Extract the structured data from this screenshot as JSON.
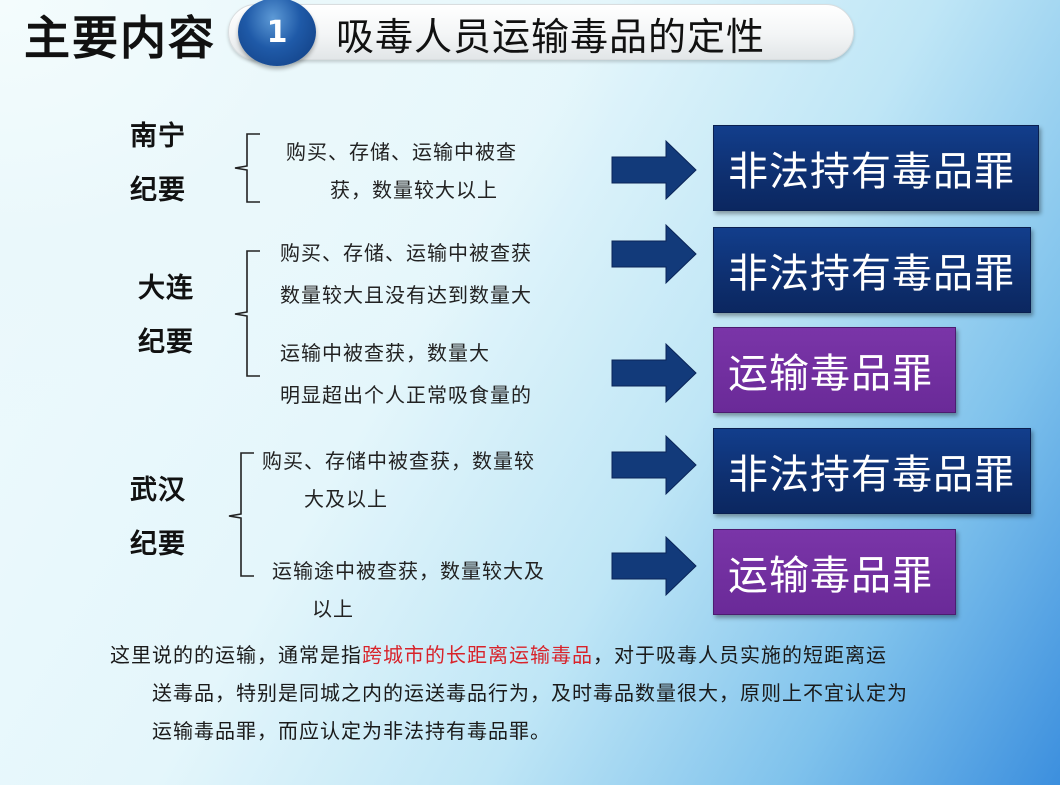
{
  "header": {
    "slide_title": "主要内容",
    "section_number": "1",
    "section_title": "吸毒人员运输毒品的定性"
  },
  "groups": [
    {
      "region_line1": "南宁",
      "region_line2": "纪要",
      "items": [
        {
          "line1": "购买、存储、运输中被查",
          "line2": "获，数量较大以上",
          "verdict": "非法持有毒品罪",
          "verdict_color": "#0e2f6f"
        }
      ]
    },
    {
      "region_line1": "大连",
      "region_line2": "纪要",
      "items": [
        {
          "line1": "购买、存储、运输中被查获",
          "line2": "数量较大且没有达到数量大",
          "verdict": "非法持有毒品罪",
          "verdict_color": "#0e2f6f"
        },
        {
          "line1": "运输中被查获，数量大",
          "line2": "明显超出个人正常吸食量的",
          "verdict": "运输毒品罪",
          "verdict_color": "#6a2a98"
        }
      ]
    },
    {
      "region_line1": "武汉",
      "region_line2": "纪要",
      "items": [
        {
          "line1": "购买、存储中被查获，数量较",
          "line2": "大及以上",
          "verdict": "非法持有毒品罪",
          "verdict_color": "#0e2f6f"
        },
        {
          "line1": "运输途中被查获，数量较大及",
          "line2": "以上",
          "verdict": "运输毒品罪",
          "verdict_color": "#6a2a98"
        }
      ]
    }
  ],
  "note": {
    "line1_prefix": "这里说的的运输，通常是指",
    "line1_highlight": "跨城市的长距离运输毒品",
    "line1_suffix": "，对于吸毒人员实施的短距离运",
    "line2": "送毒品，特别是同城之内的运送毒品行为，及时毒品数量很大，原则上不宜认定为",
    "line3": "运输毒品罪，而应认定为非法持有毒品罪。",
    "highlight_color": "#d8232a"
  },
  "colors": {
    "verdict_blue": "#0e2f6f",
    "verdict_purple": "#6a2a98",
    "arrow": "#123a7a",
    "badge": "#1f5aa8"
  }
}
